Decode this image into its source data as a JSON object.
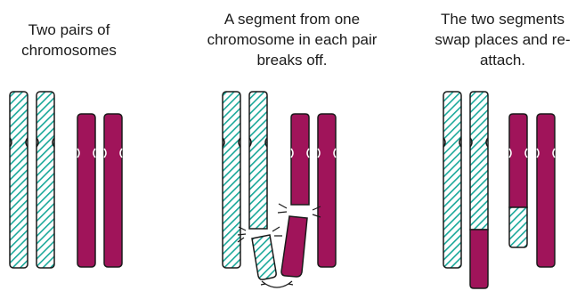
{
  "panels": [
    {
      "caption": "Two pairs of\nchromosomes"
    },
    {
      "caption": "A segment from one\nchromosome in each pair\nbreaks off."
    },
    {
      "caption": "The two segments\nswap places and re-\nattach."
    }
  ],
  "colors": {
    "teal": "#1aa89a",
    "magenta": "#a0145a",
    "outline": "#1a1a1a",
    "background": "#ffffff"
  }
}
